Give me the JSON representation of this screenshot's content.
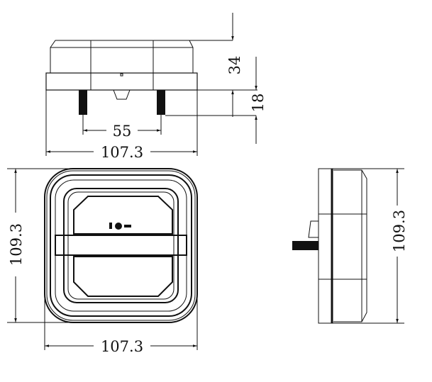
{
  "dimensions": {
    "height_total": "34",
    "stud_length": "18",
    "stud_spacing": "55",
    "width_top_view": "107.3",
    "height_front_view": "109.3",
    "width_front_view": "107.3",
    "height_side_view": "109.3"
  },
  "colors": {
    "line": "#111111",
    "background": "#ffffff"
  }
}
